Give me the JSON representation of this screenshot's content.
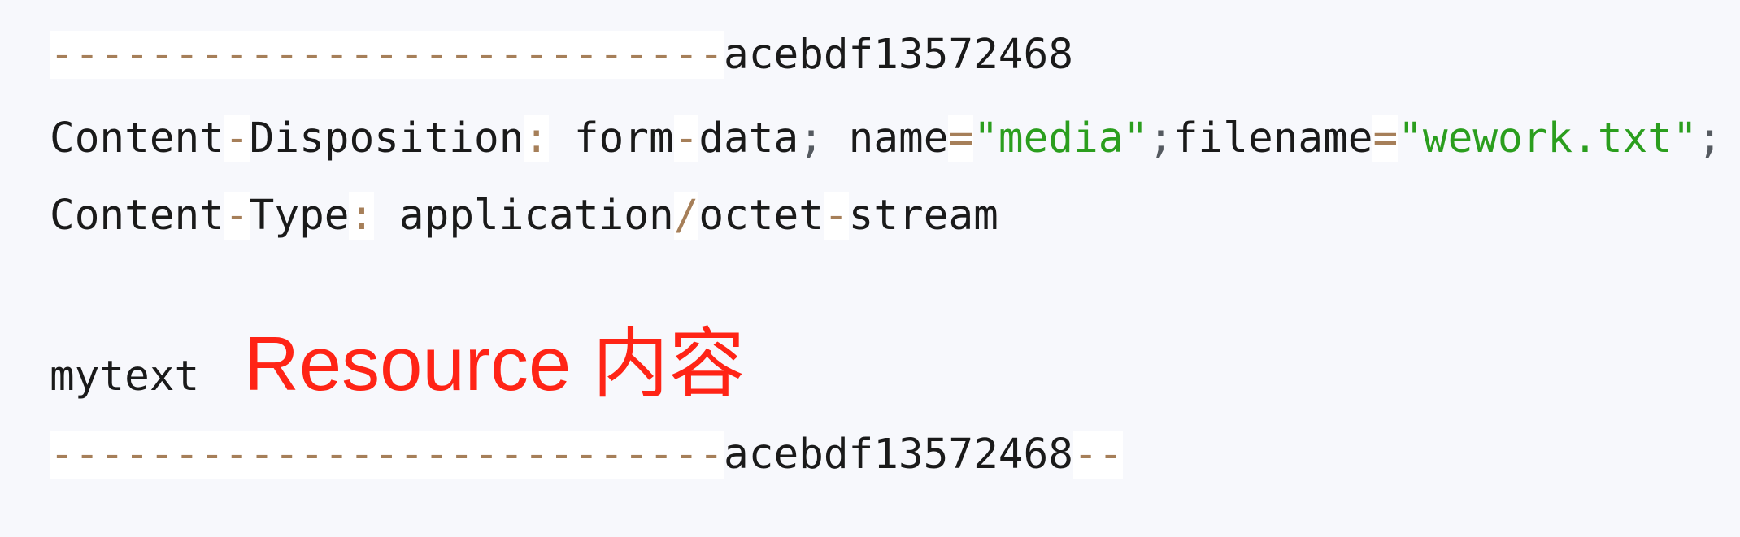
{
  "code_block": {
    "lines": [
      [
        {
          "t": "---------------------------",
          "c": "op"
        },
        {
          "t": "acebdf13572468",
          "c": "plain"
        }
      ],
      [
        {
          "t": "Content",
          "c": "plain"
        },
        {
          "t": "-",
          "c": "op"
        },
        {
          "t": "Disposition",
          "c": "plain"
        },
        {
          "t": ":",
          "c": "op"
        },
        {
          "t": " form",
          "c": "plain"
        },
        {
          "t": "-",
          "c": "op"
        },
        {
          "t": "data",
          "c": "plain"
        },
        {
          "t": ";",
          "c": "punc"
        },
        {
          "t": " name",
          "c": "plain"
        },
        {
          "t": "=",
          "c": "op"
        },
        {
          "t": "\"media\"",
          "c": "str"
        },
        {
          "t": ";",
          "c": "punc"
        },
        {
          "t": "filename",
          "c": "plain"
        },
        {
          "t": "=",
          "c": "op"
        },
        {
          "t": "\"wework.txt\"",
          "c": "str"
        },
        {
          "t": ";",
          "c": "punc"
        }
      ],
      [
        {
          "t": "Content",
          "c": "plain"
        },
        {
          "t": "-",
          "c": "op"
        },
        {
          "t": "Type",
          "c": "plain"
        },
        {
          "t": ":",
          "c": "op"
        },
        {
          "t": " application",
          "c": "plain"
        },
        {
          "t": "/",
          "c": "op"
        },
        {
          "t": "octet",
          "c": "plain"
        },
        {
          "t": "-",
          "c": "op"
        },
        {
          "t": "stream",
          "c": "plain"
        }
      ],
      [
        {
          "t": "mytext",
          "c": "plain"
        }
      ],
      [
        {
          "t": "---------------------------",
          "c": "op"
        },
        {
          "t": "acebdf13572468",
          "c": "plain"
        },
        {
          "t": "--",
          "c": "op"
        }
      ]
    ]
  },
  "annotation": {
    "label": "Resource 内容"
  },
  "colors": {
    "operator": "#a67f59",
    "string": "#2b9e1e",
    "annotation": "#ff2416",
    "background": "#f7f8fc"
  }
}
